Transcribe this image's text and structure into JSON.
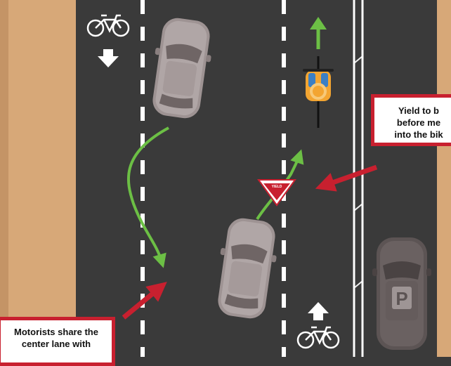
{
  "callouts": {
    "yield": {
      "lines": [
        "Yield to b",
        "before me",
        "into the bik"
      ]
    },
    "share": {
      "lines": [
        "Motorists share the",
        "center lane with"
      ]
    }
  },
  "yield_sign": {
    "text": "YIELD"
  },
  "parked_car": {
    "text": "P"
  },
  "icons": [
    "bicycle-icon",
    "down-arrow-icon",
    "up-arrow-icon",
    "cyclist-icon",
    "yield-sign-icon",
    "car-icon"
  ],
  "colors": {
    "road": "#3a3a3a",
    "sidewalk": "#d7a878",
    "car": "#9e9393",
    "car_dark": "#8a7f7f",
    "parked_car": "#5c5454",
    "path_green": "#6cbf45",
    "callout_red": "#c8202f",
    "lane_white": "#ffffff",
    "cyclist_helmet": "#f3a531",
    "cyclist_shirt": "#3b7fc4"
  }
}
